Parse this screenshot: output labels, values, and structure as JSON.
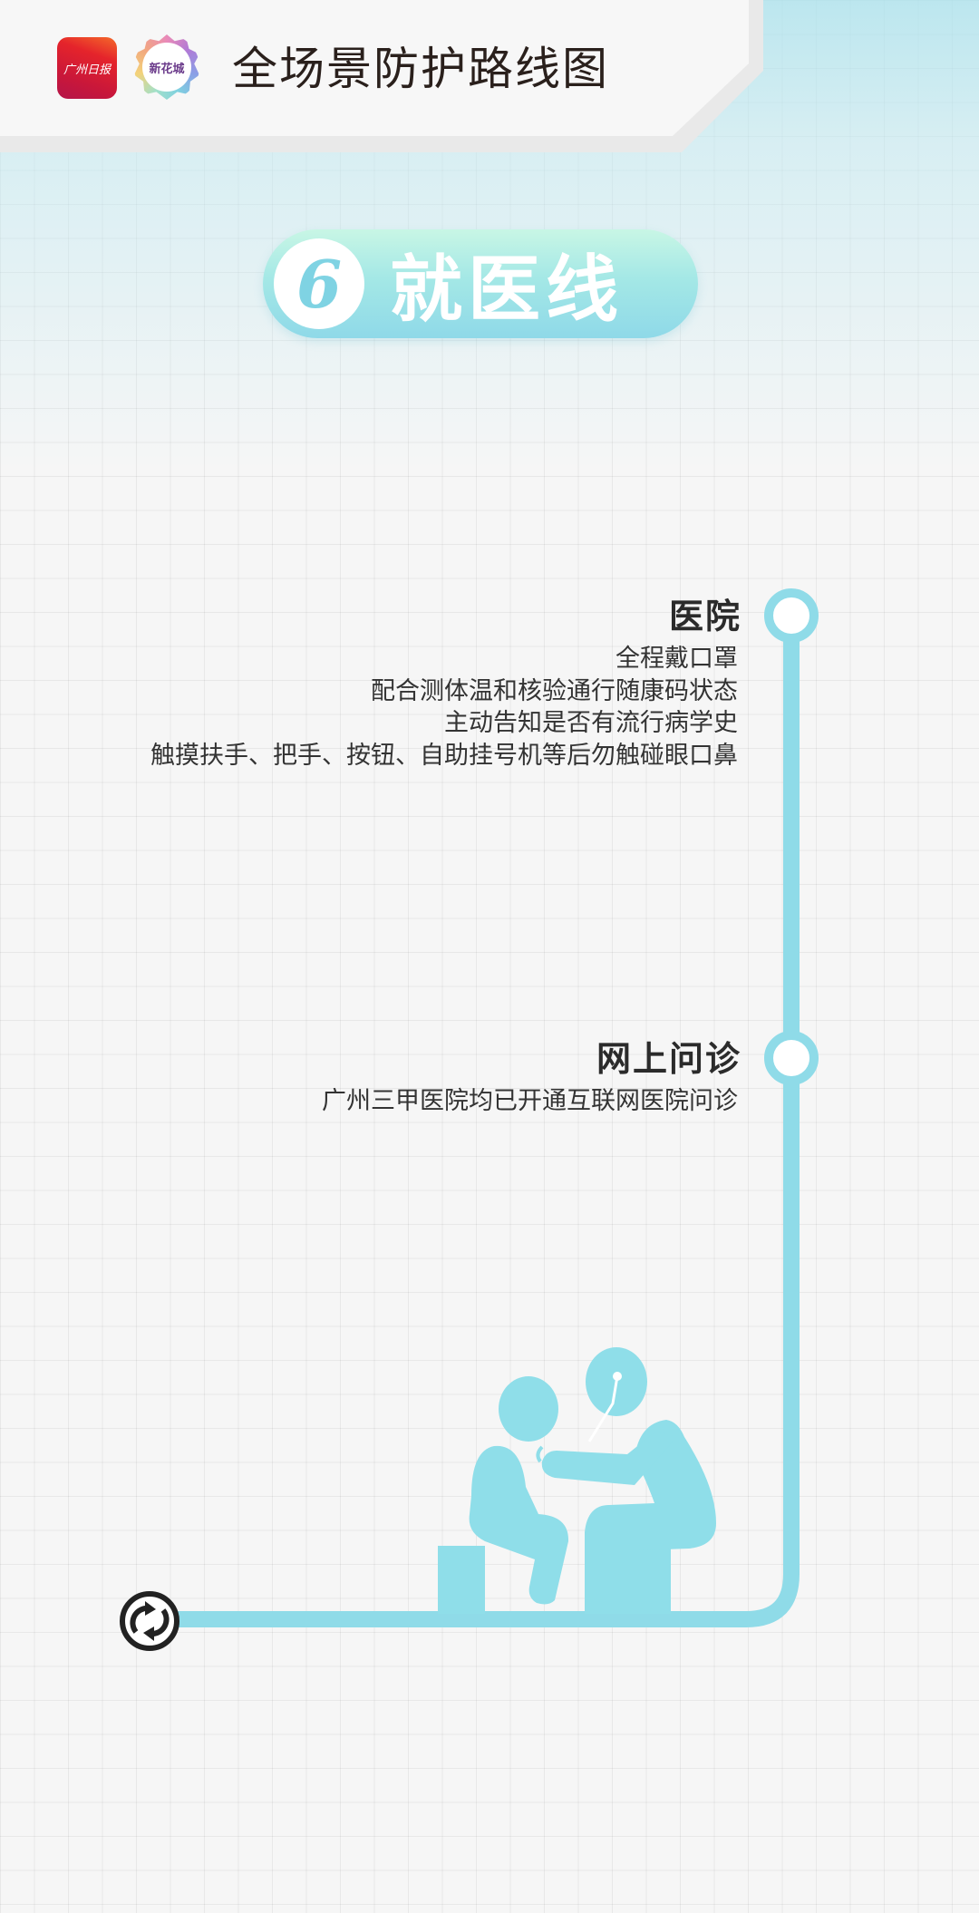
{
  "header": {
    "logos": [
      {
        "name": "广州日报",
        "colors": [
          "#e5242b",
          "#b4154a"
        ]
      },
      {
        "name": "新花城"
      }
    ],
    "title": "全场景防护路线图"
  },
  "section": {
    "number": "6",
    "title": "就医线",
    "pill_gradient": [
      "#c8f6e5",
      "#8fd9e8"
    ]
  },
  "route": {
    "line_color": "#8fdbe8",
    "stops": [
      {
        "title": "医院",
        "lines": [
          "全程戴口罩",
          "配合测体温和核验通行随康码状态",
          "主动告知是否有流行病学史",
          "触摸扶手、把手、按钮、自助挂号机等后勿触碰眼口鼻"
        ]
      },
      {
        "title": "网上问诊",
        "lines": [
          "广州三甲医院均已开通互联网医院问诊"
        ]
      }
    ],
    "end_icon": "transfer-icon",
    "illustration": "doctor-patient-icon"
  }
}
